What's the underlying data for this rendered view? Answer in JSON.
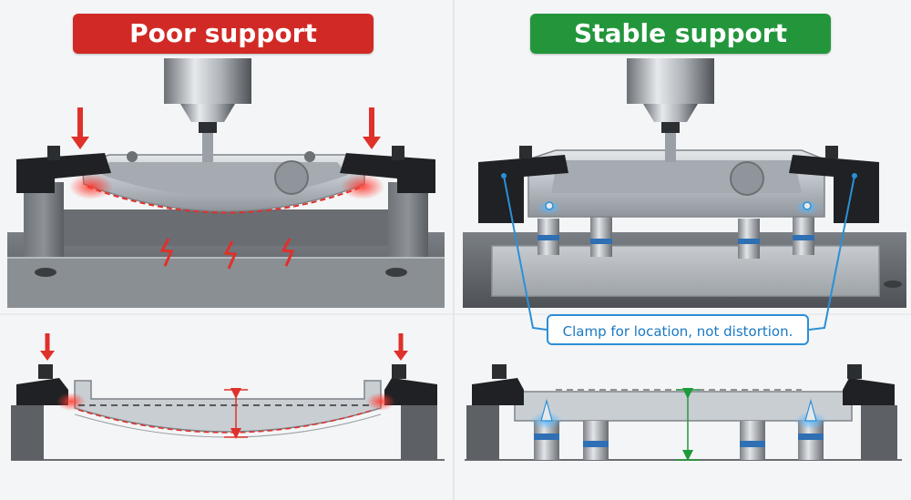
{
  "left_panel": {
    "title": "Poor support",
    "accent": "#d12a26"
  },
  "right_panel": {
    "title": "Stable support",
    "accent": "#23963c",
    "callout": "Clamp for location, not distortion."
  },
  "colors": {
    "steel_light": "#c9ced3",
    "steel_dark": "#55595e",
    "clamp_black": "#1f2124",
    "warning_red": "#e0302a",
    "callout_blue": "#2c8fd6",
    "measure_green": "#1f9a3a"
  }
}
